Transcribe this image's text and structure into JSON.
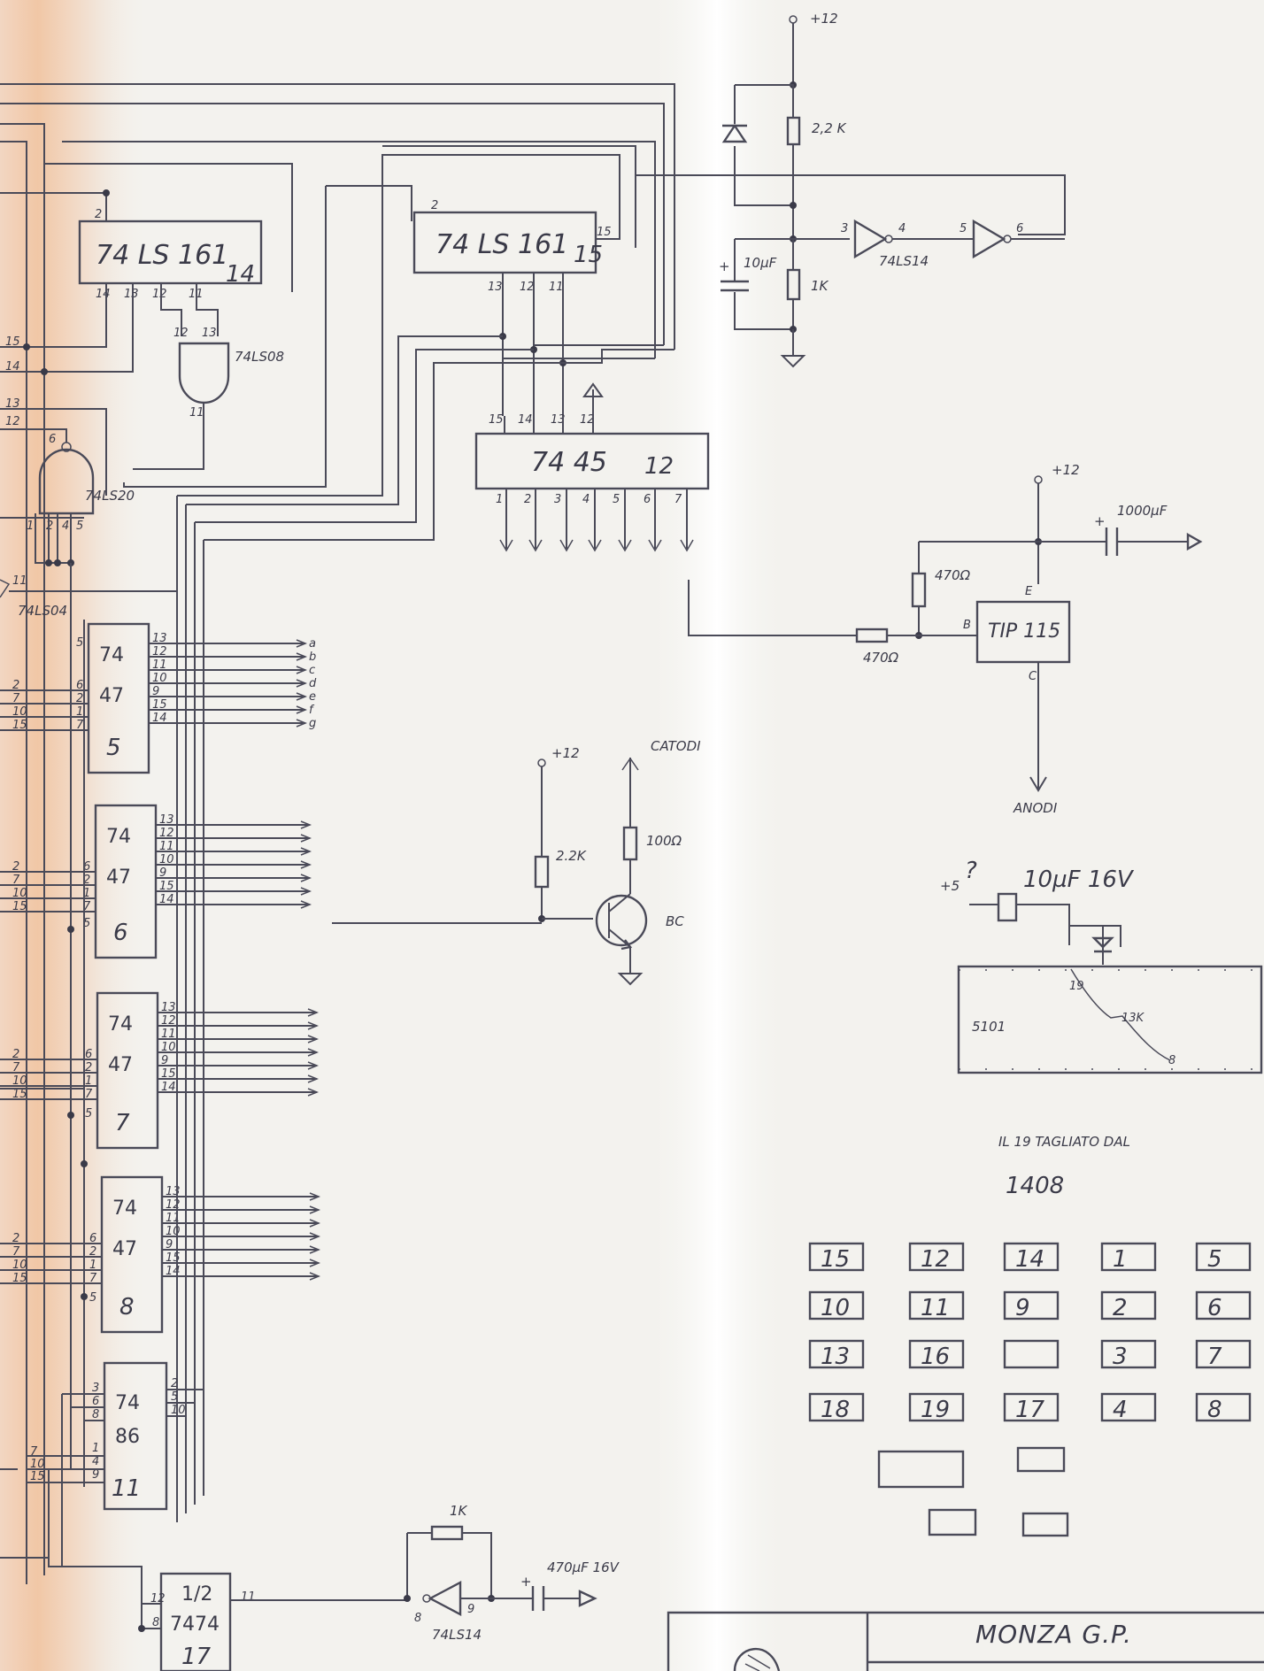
{
  "supply": {
    "plus12": "+12",
    "plus5": "+5",
    "question": "?"
  },
  "chips": {
    "counter_a": {
      "name": "74 LS 161",
      "id": "14",
      "pins": [
        "2",
        "14",
        "13",
        "12",
        "11"
      ]
    },
    "counter_b": {
      "name": "74 LS 161",
      "id": "15",
      "pins": [
        "2",
        "15",
        "13",
        "12",
        "11"
      ]
    },
    "decoder": {
      "name": "74 45",
      "id": "12",
      "pins_top": [
        "15",
        "14",
        "13",
        "12"
      ],
      "pins_bottom": [
        "1",
        "2",
        "3",
        "4",
        "5",
        "6",
        "7"
      ]
    },
    "and_gate": {
      "name": "74LS08",
      "pins": [
        "12",
        "13",
        "11"
      ]
    },
    "nand_gate": {
      "name": "74LS20",
      "pins": [
        "6",
        "1",
        "2",
        "4",
        "5"
      ]
    },
    "inverter_left": {
      "name": "74LS04",
      "pin": "11"
    },
    "driver_5": {
      "line1": "74",
      "line2": "47",
      "id": "5"
    },
    "driver_6": {
      "line1": "74",
      "line2": "47",
      "id": "6"
    },
    "driver_7": {
      "line1": "74",
      "line2": "47",
      "id": "7"
    },
    "driver_8": {
      "line1": "74",
      "line2": "47",
      "id": "8"
    },
    "xor_11": {
      "line1": "74",
      "line2": "86",
      "id": "11"
    },
    "flipflop_17": {
      "line1": "1/2",
      "line2": "7474",
      "id": "17",
      "pins": [
        "12",
        "8",
        "11"
      ]
    }
  },
  "driver_pins": {
    "in_left": [
      "6",
      "2",
      "1",
      "7"
    ],
    "in_left_far": [
      "2",
      "7",
      "10",
      "15"
    ],
    "enable": "5",
    "out_right": [
      "13",
      "12",
      "11",
      "10",
      "9",
      "15",
      "14"
    ],
    "segments": [
      "a",
      "b",
      "c",
      "d",
      "e",
      "f",
      "g"
    ]
  },
  "xor_pins": {
    "left": [
      "3",
      "6",
      "8",
      "1",
      "4",
      "9"
    ],
    "left_far": [
      "7",
      "10",
      "15"
    ],
    "right": [
      "2",
      "5",
      "10"
    ]
  },
  "reset_circuit": {
    "resistor": "2,2 K",
    "resistor2": "1K",
    "capacitor": "10µF",
    "gate": "74LS14",
    "pins": [
      "3",
      "4",
      "5",
      "6"
    ]
  },
  "anode_driver": {
    "capacitor": "1000µF",
    "r_top": "470Ω",
    "r_base": "470Ω",
    "transistor": "TIP 115",
    "e": "E",
    "b": "B",
    "c": "C",
    "label": "ANODI"
  },
  "cathode_driver": {
    "resistor": "2.2K",
    "r_col": "100Ω",
    "transistor": "BC",
    "label": "CATODI"
  },
  "oscillator": {
    "resistor": "1K",
    "gate": "74LS14",
    "pins": [
      "8",
      "9"
    ],
    "capacitor": "470µF 16V"
  },
  "notes": {
    "cap_label": "10µF 16V",
    "chip": "5101",
    "pin19": "19",
    "pin8": "8",
    "resistor": "13K",
    "cut_note_1": "IL  19  TAGLIATO DAL",
    "cut_note_2": "1408"
  },
  "layout_grid": {
    "row1": [
      "15",
      "12",
      "14",
      "1",
      "5"
    ],
    "row2": [
      "10",
      "11",
      "9",
      "2",
      "6"
    ],
    "row3": [
      "13",
      "16",
      "",
      "3",
      "7"
    ],
    "row4": [
      "18",
      "19",
      "17",
      "4",
      "8"
    ]
  },
  "title_block": {
    "title": "MONZA G.P."
  },
  "colors": {
    "ink": "#3a3a48",
    "paper": "#f3f2ee",
    "fold_stain": "#f0c9a8"
  }
}
